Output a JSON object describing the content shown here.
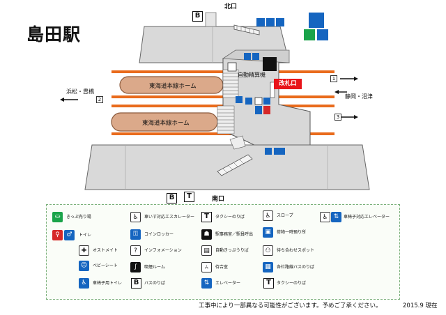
{
  "title": "島田駅",
  "exits": {
    "north": "北口",
    "south": "南口"
  },
  "platforms": {
    "upper": "東海道本線ホーム",
    "lower": "東海道本線ホーム"
  },
  "directions": {
    "left": "浜松・豊橋",
    "right": "静岡・沼津"
  },
  "track_numbers": {
    "track1": "1",
    "track2": "2",
    "track3": "3"
  },
  "fare_adjust": "自動精算機",
  "ticket_gate": "改札口",
  "box_labels": {
    "bus": "B",
    "taxi": "T"
  },
  "legend": {
    "items": [
      {
        "icon": "ticket-office-icon",
        "label": "きっぷ売り場"
      },
      {
        "icon": "toilet-icon",
        "label": "トイレ"
      },
      {
        "icon": "ostomate-icon",
        "label": "オストメイト"
      },
      {
        "icon": "baby-seat-icon",
        "label": "ベビーシート"
      },
      {
        "icon": "accessible-toilet-icon",
        "label": "車椅子用トイレ"
      },
      {
        "icon": "wheelchair-escalator-icon",
        "label": "車いす対応エスカレーター"
      },
      {
        "icon": "coin-locker-icon",
        "label": "コインロッカー"
      },
      {
        "icon": "information-icon",
        "label": "インフォメーション"
      },
      {
        "icon": "smoking-room-icon",
        "label": "喫煙ルーム"
      },
      {
        "icon": "bus-stop-icon",
        "label": "バスのりば",
        "box": "B"
      },
      {
        "icon": "taxi-stand-icon",
        "label": "タクシーのりば",
        "box": "T"
      },
      {
        "icon": "station-office-icon",
        "label": "駅事務室／駅員呼出"
      },
      {
        "icon": "ticket-machine-icon",
        "label": "自動きっぷうりば"
      },
      {
        "icon": "waiting-room-icon",
        "label": "待合室"
      },
      {
        "icon": "elevator-icon",
        "label": "エレベーター"
      },
      {
        "icon": "slope-icon",
        "label": "スロープ"
      },
      {
        "icon": "luggage-icon",
        "label": "荷物一時預り所"
      },
      {
        "icon": "meeting-spot-icon",
        "label": "待ち合わせスポット"
      },
      {
        "icon": "company-bus-icon",
        "label": "各社路線バスのりば"
      },
      {
        "icon": "taxi-stand-icon",
        "label": "タクシーのりば",
        "box": "T"
      },
      {
        "icon": "wheelchair-elevator-icon",
        "label": "車椅子対応エレベーター"
      }
    ]
  },
  "note": "工事中により一部異なる可能性がございます。予めご了承ください。",
  "date": "2015.9 現在",
  "colors": {
    "platform_fill": "#dba98a",
    "platform_stroke": "#8b5a3c",
    "track": "#e96b1c",
    "concourse": "#d8d8d8",
    "gate": "#e8141a",
    "ticket_office": "#1aa34a",
    "accessibility_blue": "#1565c0",
    "female_red": "#d62828",
    "legend_border": "#7ab07a"
  }
}
